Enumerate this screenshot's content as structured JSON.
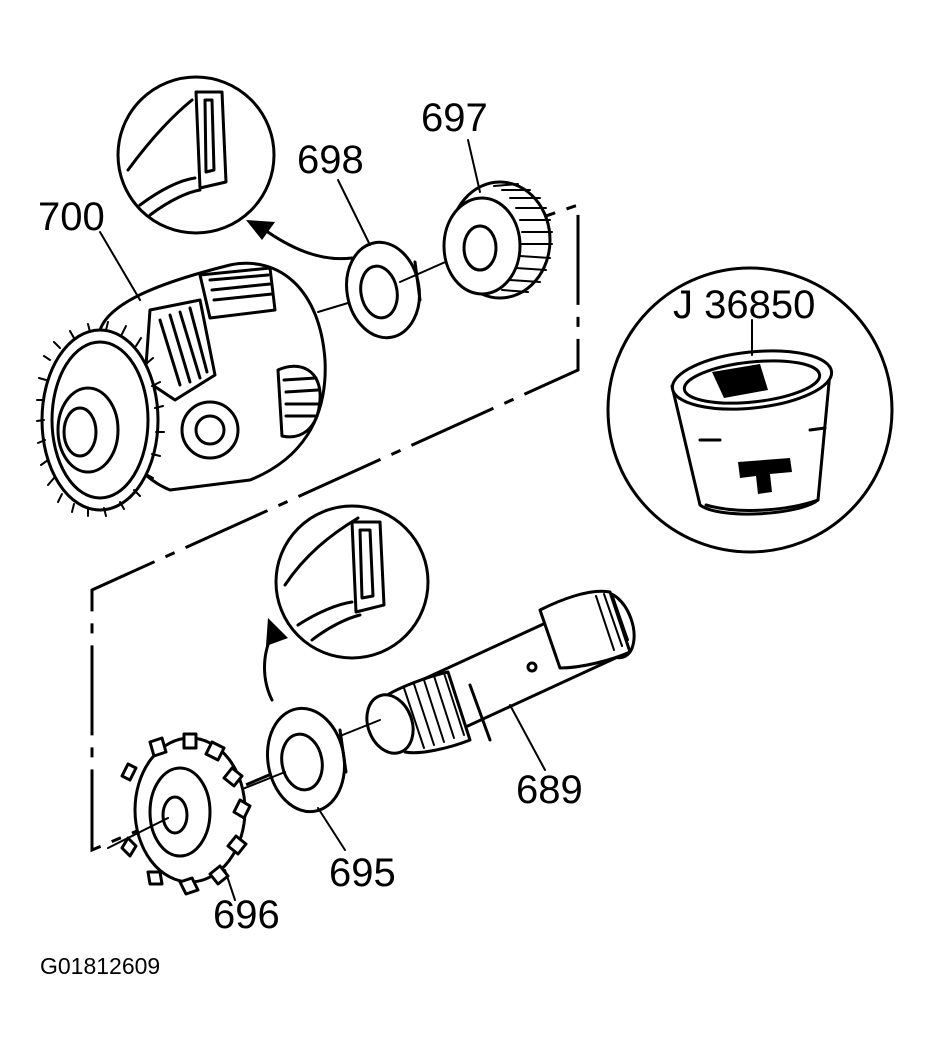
{
  "labels": {
    "p700": "700",
    "p698": "698",
    "p697": "697",
    "p689": "689",
    "p695": "695",
    "p696": "696",
    "tool": "J 36850"
  },
  "figure_code": "G01812609"
}
